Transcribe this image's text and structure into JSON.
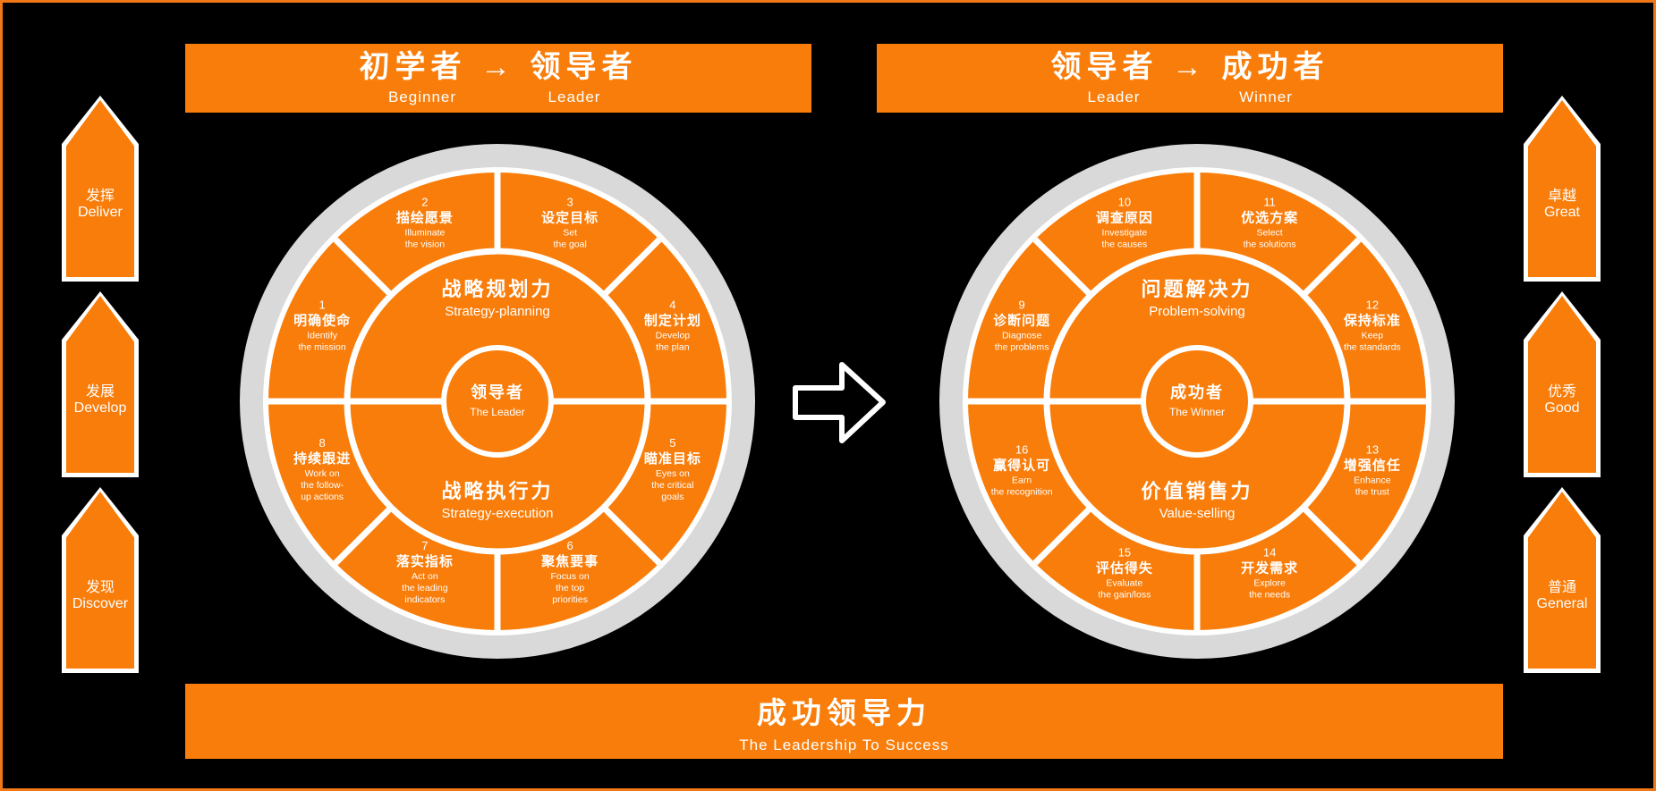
{
  "banners": {
    "top_left": {
      "cn": "初学者 → 领导者",
      "en_left": "Beginner",
      "en_right": "Leader"
    },
    "top_right": {
      "cn": "领导者 → 成功者",
      "en_left": "Leader",
      "en_right": "Winner"
    },
    "bottom": {
      "cn": "成功领导力",
      "en": "The Leadership To Success"
    }
  },
  "left_arrows": [
    {
      "cn": "发挥",
      "en": "Deliver"
    },
    {
      "cn": "发展",
      "en": "Develop"
    },
    {
      "cn": "发现",
      "en": "Discover"
    }
  ],
  "right_arrows": [
    {
      "cn": "卓越",
      "en": "Great"
    },
    {
      "cn": "优秀",
      "en": "Good"
    },
    {
      "cn": "普通",
      "en": "General"
    }
  ],
  "mid_arrow": {
    "name": "right-chevron-arrow"
  },
  "wheel_left": {
    "hub": {
      "cn": "领导者",
      "en": "The Leader"
    },
    "half_top": {
      "cn": "战略规划力",
      "en": "Strategy-planning"
    },
    "half_bottom": {
      "cn": "战略执行力",
      "en": "Strategy-execution"
    },
    "segments": [
      {
        "num": "1",
        "cn": "明确使命",
        "en": [
          "Identify",
          "the mission"
        ]
      },
      {
        "num": "2",
        "cn": "描绘愿景",
        "en": [
          "Illuminate",
          "the vision"
        ]
      },
      {
        "num": "3",
        "cn": "设定目标",
        "en": [
          "Set",
          "the goal"
        ]
      },
      {
        "num": "4",
        "cn": "制定计划",
        "en": [
          "Develop",
          "the plan"
        ]
      },
      {
        "num": "5",
        "cn": "瞄准目标",
        "en": [
          "Eyes on",
          "the critical",
          "goals"
        ]
      },
      {
        "num": "6",
        "cn": "聚焦要事",
        "en": [
          "Focus on",
          "the top",
          "priorities"
        ]
      },
      {
        "num": "7",
        "cn": "落实指标",
        "en": [
          "Act on",
          "the leading",
          "indicators"
        ]
      },
      {
        "num": "8",
        "cn": "持续跟进",
        "en": [
          "Work on",
          "the follow-",
          "up actions"
        ]
      }
    ]
  },
  "wheel_right": {
    "hub": {
      "cn": "成功者",
      "en": "The Winner"
    },
    "half_top": {
      "cn": "问题解决力",
      "en": "Problem-solving"
    },
    "half_bottom": {
      "cn": "价值销售力",
      "en": "Value-selling"
    },
    "segments": [
      {
        "num": "9",
        "cn": "诊断问题",
        "en": [
          "Diagnose",
          "the problems"
        ]
      },
      {
        "num": "10",
        "cn": "调查原因",
        "en": [
          "Investigate",
          "the causes"
        ]
      },
      {
        "num": "11",
        "cn": "优选方案",
        "en": [
          "Select",
          "the solutions"
        ]
      },
      {
        "num": "12",
        "cn": "保持标准",
        "en": [
          "Keep",
          "the standards"
        ]
      },
      {
        "num": "13",
        "cn": "增强信任",
        "en": [
          "Enhance",
          "the trust"
        ]
      },
      {
        "num": "14",
        "cn": "开发需求",
        "en": [
          "Explore",
          "the needs"
        ]
      },
      {
        "num": "15",
        "cn": "评估得失",
        "en": [
          "Evaluate",
          "the gain/loss"
        ]
      },
      {
        "num": "16",
        "cn": "赢得认可",
        "en": [
          "Earn",
          "the recognition"
        ]
      }
    ]
  },
  "colors": {
    "orange": "#F97D0A",
    "background": "#000000",
    "ring_gray": "#D9D9D9",
    "text": "#FFFFFF"
  }
}
